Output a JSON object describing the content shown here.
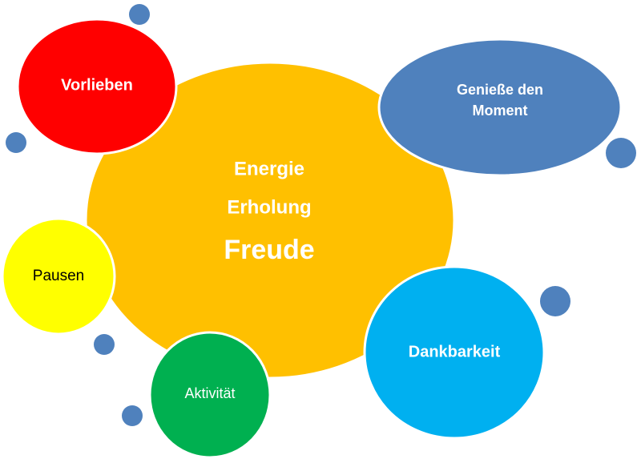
{
  "center": {
    "lines": [
      "Energie",
      "Erholung",
      "Freude"
    ],
    "color": "#FFC000",
    "text_color": "#FFFFFF"
  },
  "bubbles": [
    {
      "id": "vorlieben",
      "label": "Vorlieben",
      "color": "#FF0000",
      "text_color": "#FFFFFF"
    },
    {
      "id": "geniesse",
      "lines": [
        "Genieße den",
        "Moment"
      ],
      "color": "#4F81BD",
      "text_color": "#FFFFFF"
    },
    {
      "id": "pausen",
      "label": "Pausen",
      "color": "#FFFF00",
      "text_color": "#000000"
    },
    {
      "id": "aktivitaet",
      "label": "Aktivität",
      "color": "#00B050",
      "text_color": "#FFFFFF"
    },
    {
      "id": "dankbarkeit",
      "label": "Dankbarkeit",
      "color": "#00B0F0",
      "text_color": "#FFFFFF"
    }
  ],
  "dots_color": "#4F81BD",
  "outline_color": "#FFFFFF"
}
